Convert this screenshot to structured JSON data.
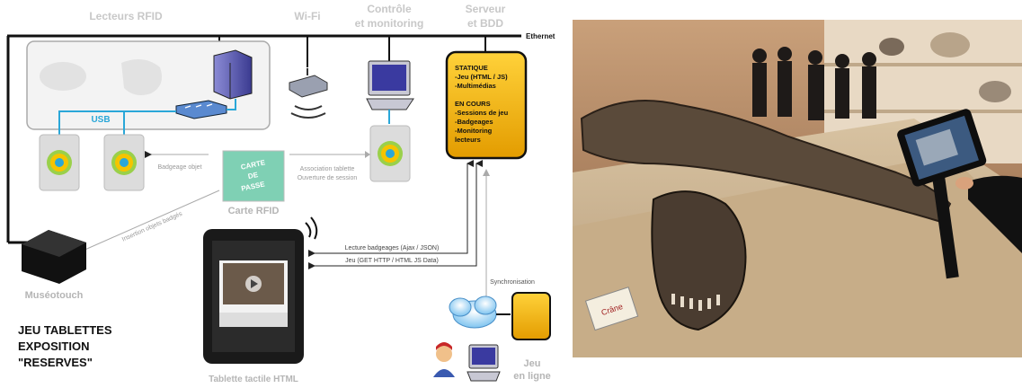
{
  "diagram": {
    "labels": {
      "lecteurs_rfid": "Lecteurs RFID",
      "wifi": "Wi-Fi",
      "controle_line1": "Contrôle",
      "controle_line2": "et monitoring",
      "serveur_line1": "Serveur",
      "serveur_line2": "et BDD",
      "ethernet": "Ethernet",
      "usb": "USB",
      "badgeage_objet": "Badgeage objet",
      "association_line1": "Association tablette",
      "association_line2": "Ouverture de session",
      "carte_rfid": "Carte RFID",
      "carte_text_line1": "CARTE",
      "carte_text_line2": "DE",
      "carte_text_line3": "PASSE",
      "insertion": "Insertion objets badgés",
      "museotouch": "Muséotouch",
      "lecture_badgeages": "Lecture badgeages (Ajax / JSON)",
      "jeu_get": "Jeu (GET HTTP / HTML JS Data)",
      "synchronisation": "Synchronisation",
      "tablette": "Tablette tactile HTML",
      "jeu_en_ligne_line1": "Jeu",
      "jeu_en_ligne_line2": "en ligne"
    },
    "server_box": {
      "lines": [
        "STATIQUE",
        "-Jeu (HTML / JS)",
        "-Multimédias",
        "",
        "EN COURS",
        "-Sessions de jeu",
        "-Badgeages",
        "-Monitoring",
        "lecteurs"
      ]
    },
    "title": {
      "line1": "JEU TABLETTES",
      "line2": "EXPOSITION",
      "line3": "\"RESERVES\""
    }
  },
  "photo": {
    "sign_text": "Crâne"
  },
  "colors": {
    "server_gold": "#f0b500",
    "line_dark": "#111111",
    "usb_blue": "#2aa7d8",
    "label_gray": "#b5b5b5"
  }
}
